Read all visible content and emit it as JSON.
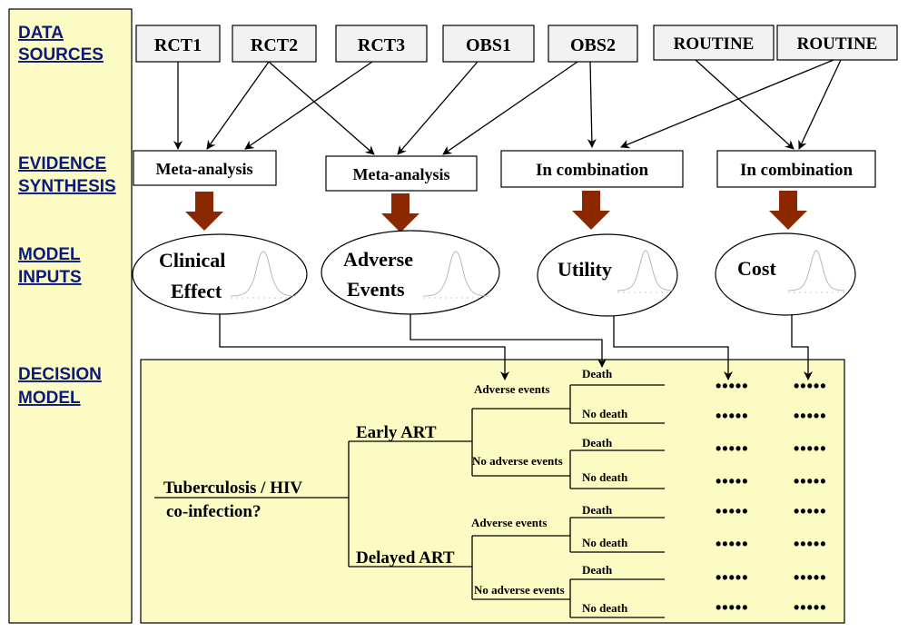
{
  "sidebar": {
    "data_sources": [
      "DATA",
      "SOURCES"
    ],
    "evidence_synthesis": [
      "EVIDENCE",
      "SYNTHESIS"
    ],
    "model_inputs": [
      "MODEL",
      "INPUTS"
    ],
    "decision_model": [
      "DECISION",
      "MODEL"
    ]
  },
  "sources": [
    "RCT1",
    "RCT2",
    "RCT3",
    "OBS1",
    "OBS2",
    "ROUTINE",
    "ROUTINE"
  ],
  "synthesis": [
    "Meta-analysis",
    "Meta-analysis",
    "In combination",
    "In combination"
  ],
  "inputs": {
    "clinical": [
      "Clinical",
      "Effect"
    ],
    "adverse": [
      "Adverse",
      "Events"
    ],
    "utility": "Utility",
    "cost": "Cost"
  },
  "tree": {
    "root": [
      "Tuberculosis / HIV",
      "co-infection?"
    ],
    "early": "Early ART",
    "delayed": "Delayed ART",
    "adverse_events": "Adverse events",
    "no_adverse_events": "No adverse events",
    "death": "Death",
    "no_death": "No death",
    "dots": "•••••"
  },
  "colors": {
    "sidebar_bg": "#fdfbc4",
    "panel_bg": "#fdfbc4",
    "arrow_fill": "#8b2800",
    "heading_text": "#0a1a7a"
  }
}
